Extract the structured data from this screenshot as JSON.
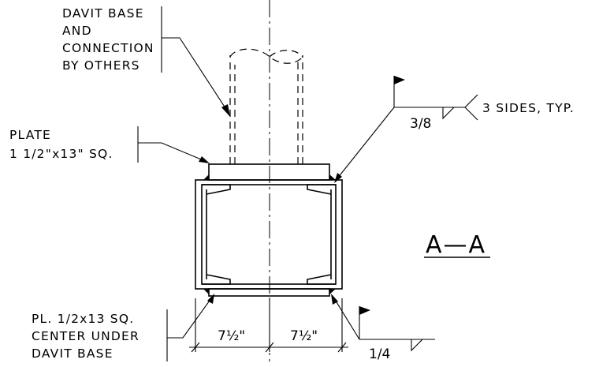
{
  "notes": {
    "davit_line1": "DAVIT BASE",
    "davit_line2": "AND",
    "davit_line3": "CONNECTION",
    "davit_line4": "BY OTHERS",
    "plate_line1": "PLATE",
    "plate_line2": "1 1/2\"x13\" SQ.",
    "pl_line1": "PL. 1/2x13 SQ.",
    "pl_line2": "CENTER UNDER",
    "pl_line3": "DAVIT BASE"
  },
  "welds": {
    "top_size": "3/8",
    "top_note": "3 SIDES, TYP.",
    "bottom_size": "1/4"
  },
  "dimensions": {
    "left": "7½\"",
    "right": "7½\""
  },
  "section_label": "A—A"
}
